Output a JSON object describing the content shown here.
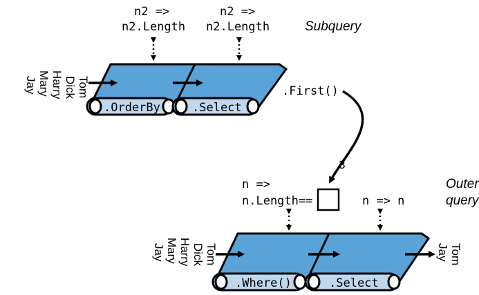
{
  "subquery": {
    "label": "Subquery",
    "input_names": [
      "Tom",
      "Dick",
      "Harry",
      "Mary",
      "Jay"
    ],
    "operators": [
      {
        "name": ".OrderBy",
        "lambda_line1": "n2 =>",
        "lambda_line2": "n2.Length"
      },
      {
        "name": ".Select",
        "lambda_line1": "n2 =>",
        "lambda_line2": "n2.Length"
      }
    ],
    "terminal": ".First()"
  },
  "connector": {
    "value": "3"
  },
  "outer": {
    "label_line1": "Outer",
    "label_line2": "query",
    "input_names": [
      "Tom",
      "Dick",
      "Harry",
      "Mary",
      "Jay"
    ],
    "operators": [
      {
        "name": ".Where()",
        "lambda_line1": "n =>",
        "lambda_line2": "n.Length=="
      },
      {
        "name": ".Select",
        "lambda": "n => n"
      }
    ],
    "output_names": [
      "Tom",
      "Jay"
    ]
  }
}
